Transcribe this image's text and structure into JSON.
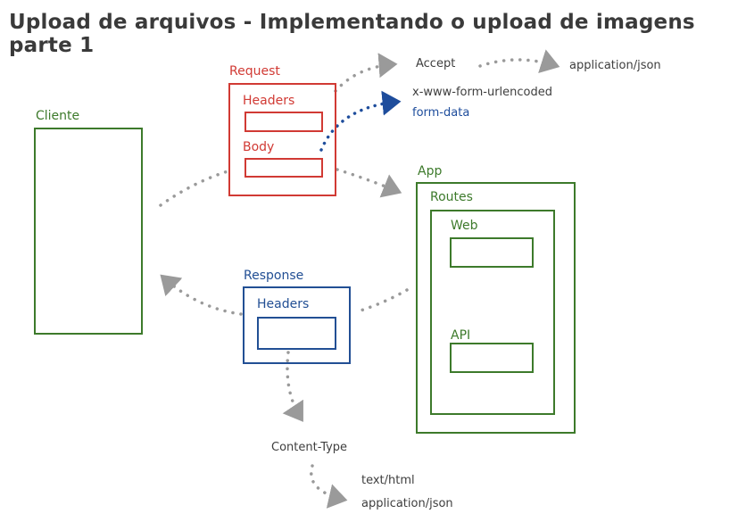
{
  "title": "Upload de arquivos - Implementando o upload de imagens parte 1",
  "client": {
    "label": "Cliente"
  },
  "request": {
    "label": "Request",
    "headers_label": "Headers",
    "body_label": "Body"
  },
  "response": {
    "label": "Response",
    "headers_label": "Headers"
  },
  "app": {
    "label": "App",
    "routes_label": "Routes",
    "web_label": "Web",
    "api_label": "API"
  },
  "accept": {
    "label": "Accept",
    "value": "application/json"
  },
  "body_types": {
    "urlencoded": "x-www-form-urlencoded",
    "formdata": "form-data"
  },
  "content_type": {
    "label": "Content-Type",
    "values": [
      "text/html",
      "application/json"
    ]
  },
  "colors": {
    "green": "#3d7a2b",
    "red": "#d13a34",
    "blue": "#224f94",
    "dots": "#9a9a9a",
    "navy_arrow": "#1e4d9c"
  }
}
